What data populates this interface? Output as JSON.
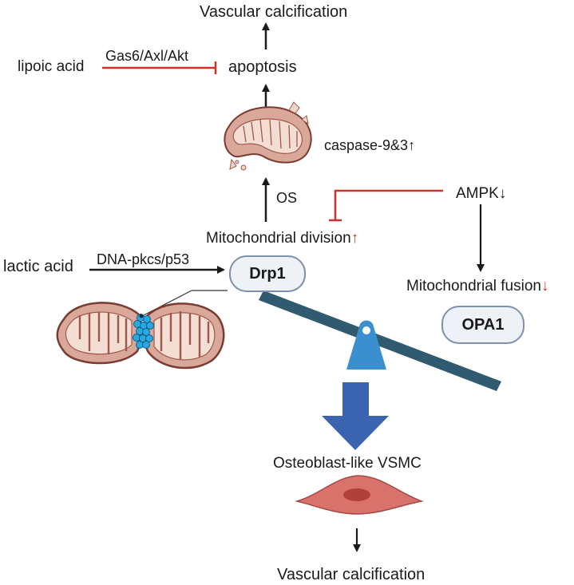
{
  "top_outcome": "Vascular calcification",
  "apoptosis": "apoptosis",
  "lipoic_acid": "lipoic acid",
  "gas6_pathway": "Gas6/Axl/Akt",
  "caspase": "caspase-9&3",
  "caspase_arrow": "↑",
  "os": "OS",
  "ampk": "AMPK",
  "ampk_arrow": "↓",
  "mito_division": "Mitochondrial division",
  "mito_division_arrow": "↑",
  "lactic_acid": "lactic acid",
  "dna_pathway": "DNA-pkcs/p53",
  "drp1": "Drp1",
  "mito_fusion": "Mitochondrial fusion",
  "mito_fusion_arrow": "↓",
  "opa1": "OPA1",
  "osteoblast": "Osteoblast-like VSMC",
  "bottom_outcome": "Vascular calcification",
  "colors": {
    "inhibit_line": "#d0312d",
    "seesaw_beam": "#2f5a70",
    "fulcrum": "#3a8fcf",
    "big_arrow": "#3a64b0",
    "mito_fill": "#d9a89a",
    "mito_stroke": "#7a3b30",
    "drp1_cluster": "#29a9e0",
    "vsmc_fill": "#d9726a"
  }
}
